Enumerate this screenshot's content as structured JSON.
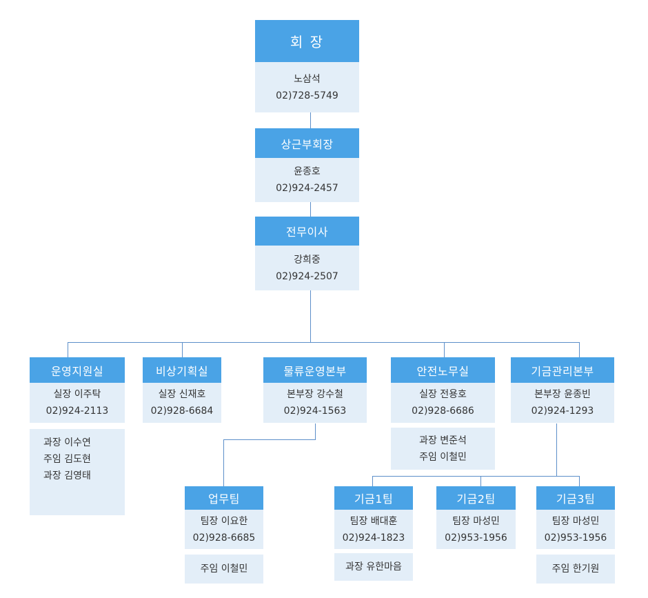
{
  "chairman": {
    "title": "회 장",
    "name": "노삼석",
    "phone": "02)728-5749"
  },
  "vice": {
    "title": "상근부회장",
    "name": "윤종호",
    "phone": "02)924-2457"
  },
  "director": {
    "title": "전무이사",
    "name": "강희중",
    "phone": "02)924-2507"
  },
  "depts": [
    {
      "title": "운영지원실",
      "name": "실장 이주탁",
      "phone": "02)924-2113",
      "staff": [
        "과장 이수연",
        "주임 김도현",
        "과장 김영태"
      ]
    },
    {
      "title": "비상기획실",
      "name": "실장 신재호",
      "phone": "02)928-6684"
    },
    {
      "title": "물류운영본부",
      "name": "본부장 강수철",
      "phone": "02)924-1563"
    },
    {
      "title": "안전노무실",
      "name": "실장 전용호",
      "phone": "02)928-6686",
      "staff": [
        "과장 변준석",
        "주임 이철민"
      ]
    },
    {
      "title": "기금관리본부",
      "name": "본부장  윤종빈",
      "phone": "02)924-1293"
    }
  ],
  "teams": [
    {
      "title": "업무팀",
      "name": "팀장 이요한",
      "phone": "02)928-6685",
      "staff": [
        "주임 이철민"
      ]
    },
    {
      "title": "기금1팀",
      "name": "팀장 배대훈",
      "phone": "02)924-1823",
      "staff": [
        "과장 유한마음"
      ]
    },
    {
      "title": "기금2팀",
      "name": "팀장 마성민",
      "phone": "02)953-1956"
    },
    {
      "title": "기금3팀",
      "name": "팀장 마성민",
      "phone": "02)953-1956",
      "staff": [
        "주임 한기원"
      ]
    }
  ]
}
